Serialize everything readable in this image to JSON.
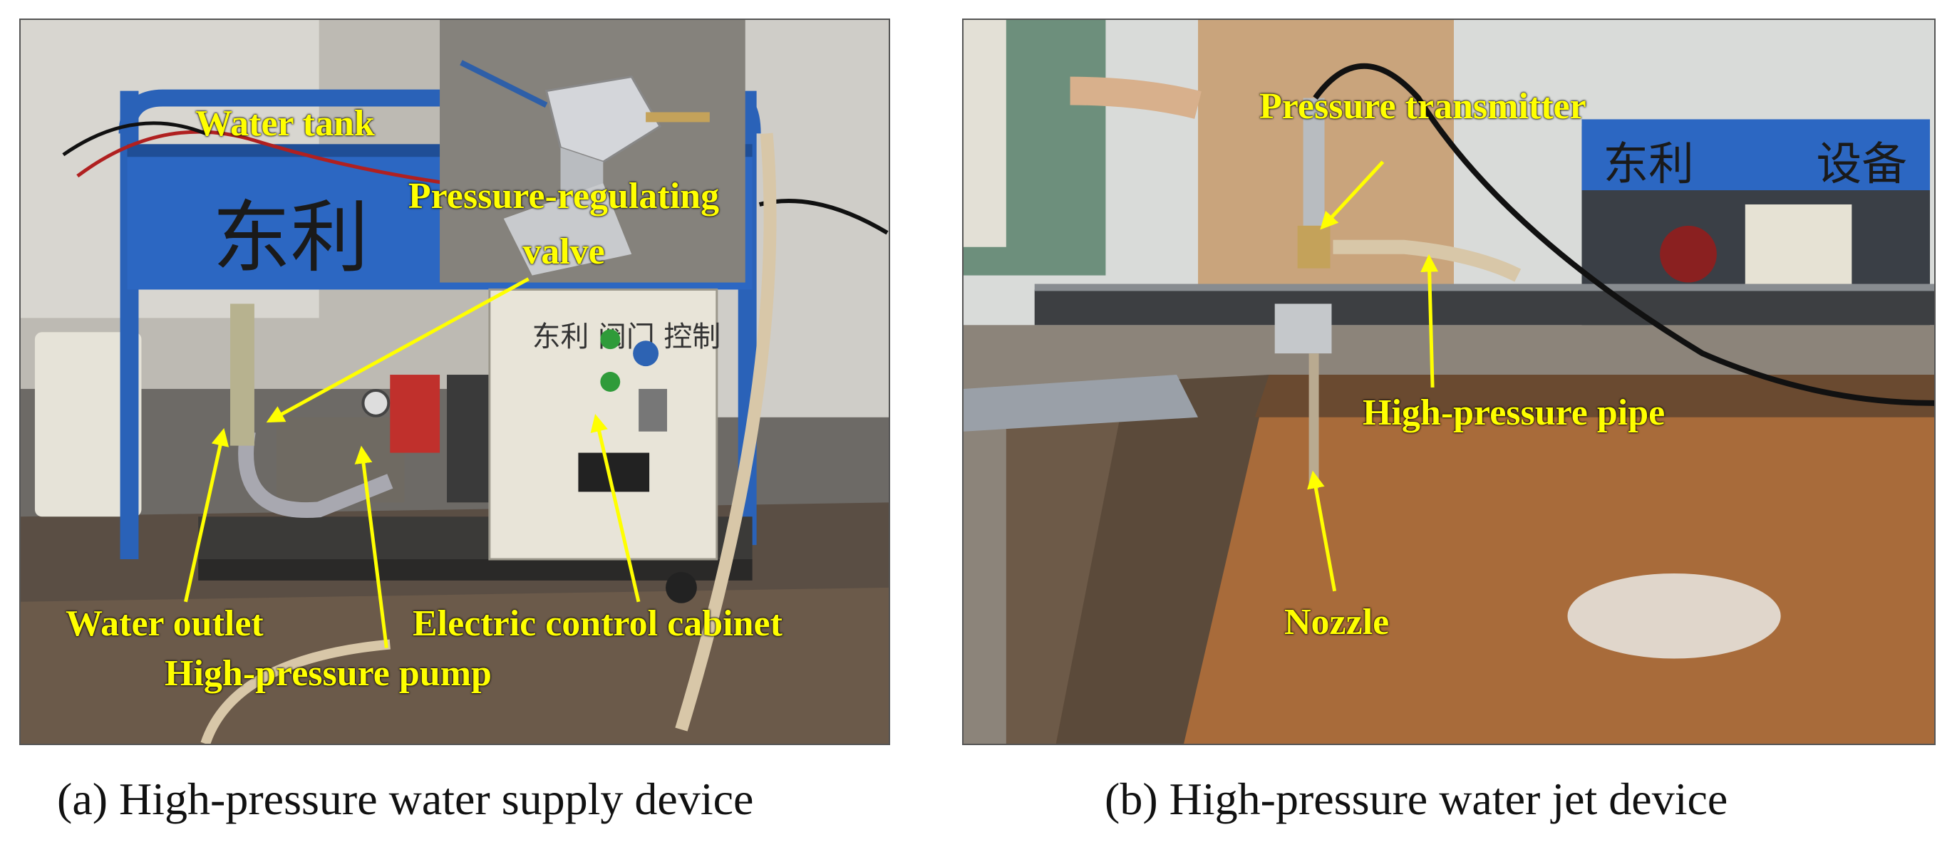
{
  "panel_a": {
    "labels": {
      "water_tank": "Water tank",
      "regulating_valve_line1": "Pressure-regulating",
      "regulating_valve_line2": "valve",
      "water_outlet": "Water outlet",
      "electric_cabinet": "Electric control cabinet",
      "pump": "High-pressure pump"
    },
    "tank_text": "东利",
    "cabinet_text": "东利 阀门 控制",
    "caption": "(a) High-pressure water supply device"
  },
  "panel_b": {
    "labels": {
      "transmitter": "Pressure transmitter",
      "pipe": "High-pressure pipe",
      "nozzle": "Nozzle"
    },
    "frame_text": "东利",
    "frame_text_2": "设备",
    "caption": "(b) High-pressure water jet device"
  },
  "colors": {
    "annotation": "#ffff00",
    "tank_blue": "#2a62b8",
    "soil": "#a86b3a",
    "cabinet": "#e8e4d8"
  }
}
